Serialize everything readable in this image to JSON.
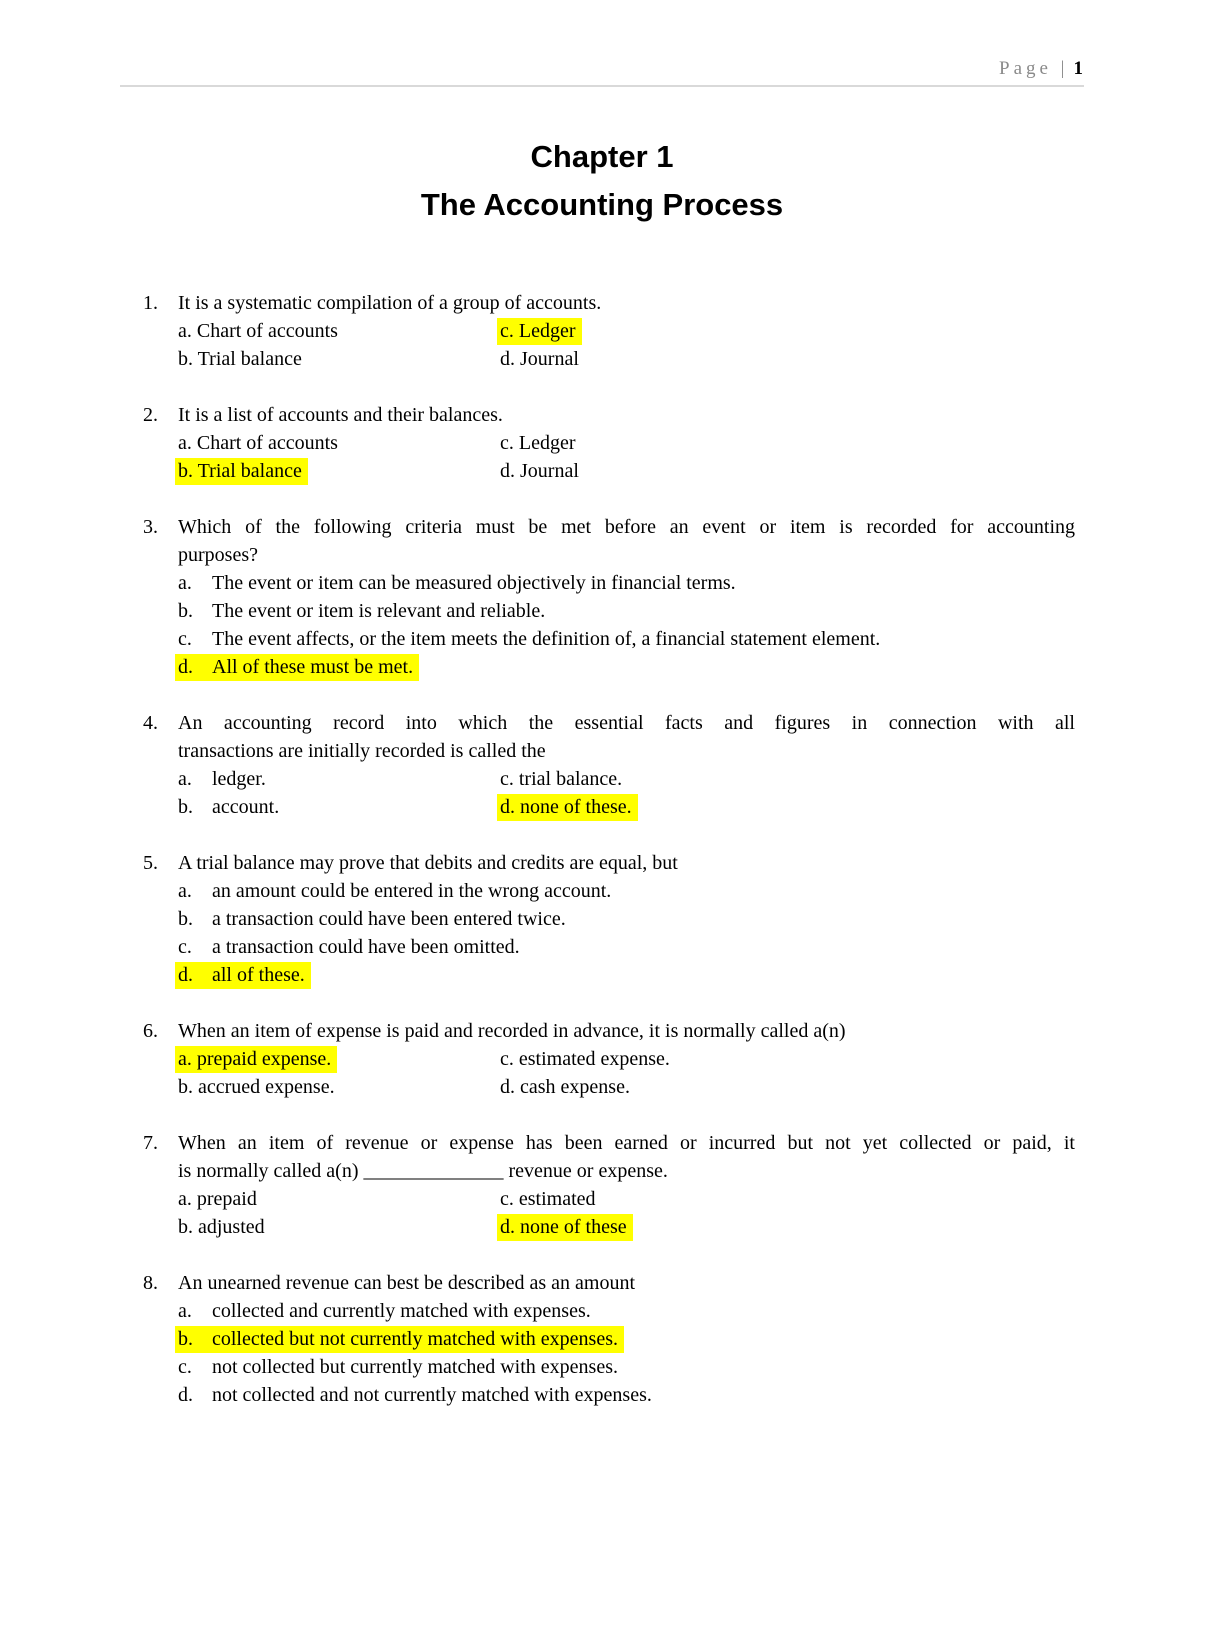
{
  "colors": {
    "highlight": "#ffff00",
    "header_text": "#8a8a8a",
    "header_rule": "#d9d9d9",
    "body_text": "#000000"
  },
  "page_header": {
    "label": "Page |",
    "page_number": "1"
  },
  "title": {
    "line1": "Chapter 1",
    "line2": "The Accounting Process"
  },
  "questions": [
    {
      "number": "1.",
      "justify_first": false,
      "stem_lines": [
        "It is a systematic compilation of a group of accounts."
      ],
      "options_layout": "grid",
      "rows": [
        [
          {
            "label": "a.",
            "text": "Chart of accounts",
            "hl": false,
            "wide": false
          },
          {
            "label": "c.",
            "text": "Ledger",
            "hl": true,
            "wide": false
          }
        ],
        [
          {
            "label": "b.",
            "text": "Trial balance",
            "hl": false,
            "wide": false
          },
          {
            "label": "d.",
            "text": "Journal",
            "hl": false,
            "wide": false
          }
        ]
      ]
    },
    {
      "number": "2.",
      "justify_first": false,
      "stem_lines": [
        "It is a list of accounts and their balances."
      ],
      "options_layout": "grid",
      "rows": [
        [
          {
            "label": "a.",
            "text": "Chart of accounts",
            "hl": false,
            "wide": false
          },
          {
            "label": "c.",
            "text": "Ledger",
            "hl": false,
            "wide": false
          }
        ],
        [
          {
            "label": "b.",
            "text": "Trial balance",
            "hl": true,
            "wide": false
          },
          {
            "label": "d.",
            "text": "Journal",
            "hl": false,
            "wide": false
          }
        ]
      ]
    },
    {
      "number": "3.",
      "justify_first": true,
      "stem_lines": [
        "Which of the following criteria must be met before an event or item is recorded for accounting",
        "purposes?"
      ],
      "options_layout": "list",
      "options": [
        {
          "label": "a.",
          "text": "The event or item can be measured objectively in financial terms.",
          "hl": false,
          "wide": true
        },
        {
          "label": "b.",
          "text": "The event or item is relevant and reliable.",
          "hl": false,
          "wide": true
        },
        {
          "label": "c.",
          "text": "The event affects, or the item meets the definition of, a financial statement element.",
          "hl": false,
          "wide": true
        },
        {
          "label": "d.",
          "text": "All of these must be met.",
          "hl": true,
          "wide": true
        }
      ]
    },
    {
      "number": "4.",
      "justify_first": true,
      "stem_lines": [
        "An accounting record into which the essential facts and figures in connection with all",
        "transactions are initially recorded is called the"
      ],
      "options_layout": "grid",
      "rows": [
        [
          {
            "label": "a.",
            "text": "ledger.",
            "hl": false,
            "wide": true
          },
          {
            "label": "c.",
            "text": "trial balance.",
            "hl": false,
            "wide": false
          }
        ],
        [
          {
            "label": "b.",
            "text": "account.",
            "hl": false,
            "wide": true
          },
          {
            "label": "d.",
            "text": "none of these.",
            "hl": true,
            "wide": false
          }
        ]
      ]
    },
    {
      "number": "5.",
      "justify_first": false,
      "stem_lines": [
        "A trial balance may prove that debits and credits are equal, but"
      ],
      "options_layout": "list",
      "options": [
        {
          "label": "a.",
          "text": "an amount could be entered in the wrong account.",
          "hl": false,
          "wide": true
        },
        {
          "label": "b.",
          "text": "a transaction could have been entered twice.",
          "hl": false,
          "wide": true
        },
        {
          "label": "c.",
          "text": "a transaction could have been omitted.",
          "hl": false,
          "wide": true
        },
        {
          "label": "d.",
          "text": "all of these.",
          "hl": true,
          "wide": true
        }
      ]
    },
    {
      "number": "6.",
      "justify_first": false,
      "stem_lines": [
        "When an item of expense is paid and recorded in advance, it is normally called a(n)"
      ],
      "options_layout": "grid",
      "rows": [
        [
          {
            "label": "a.",
            "text": "prepaid expense.",
            "hl": true,
            "wide": false
          },
          {
            "label": "c.",
            "text": "estimated expense.",
            "hl": false,
            "wide": false
          }
        ],
        [
          {
            "label": "b.",
            "text": "accrued expense.",
            "hl": false,
            "wide": false
          },
          {
            "label": "d.",
            "text": "cash expense.",
            "hl": false,
            "wide": false
          }
        ]
      ]
    },
    {
      "number": "7.",
      "justify_first": true,
      "stem_lines": [
        "When an item of revenue or expense has been earned or incurred but not yet collected or paid, it",
        "is normally called a(n) ______________ revenue or expense."
      ],
      "options_layout": "grid",
      "rows": [
        [
          {
            "label": "a.",
            "text": "prepaid",
            "hl": false,
            "wide": false
          },
          {
            "label": "c.",
            "text": "estimated",
            "hl": false,
            "wide": false
          }
        ],
        [
          {
            "label": "b.",
            "text": "adjusted",
            "hl": false,
            "wide": false
          },
          {
            "label": "d.",
            "text": "none of these",
            "hl": true,
            "wide": false
          }
        ]
      ]
    },
    {
      "number": "8.",
      "justify_first": false,
      "stem_lines": [
        "An unearned revenue can best be described as an amount"
      ],
      "options_layout": "list",
      "options": [
        {
          "label": "a.",
          "text": "collected and currently matched with expenses.",
          "hl": false,
          "wide": true
        },
        {
          "label": "b.",
          "text": "collected but not currently matched with expenses.",
          "hl": true,
          "wide": true
        },
        {
          "label": "c.",
          "text": "not collected but currently matched with expenses.",
          "hl": false,
          "wide": true
        },
        {
          "label": "d.",
          "text": "not collected and not currently matched with expenses.",
          "hl": false,
          "wide": true
        }
      ]
    }
  ]
}
